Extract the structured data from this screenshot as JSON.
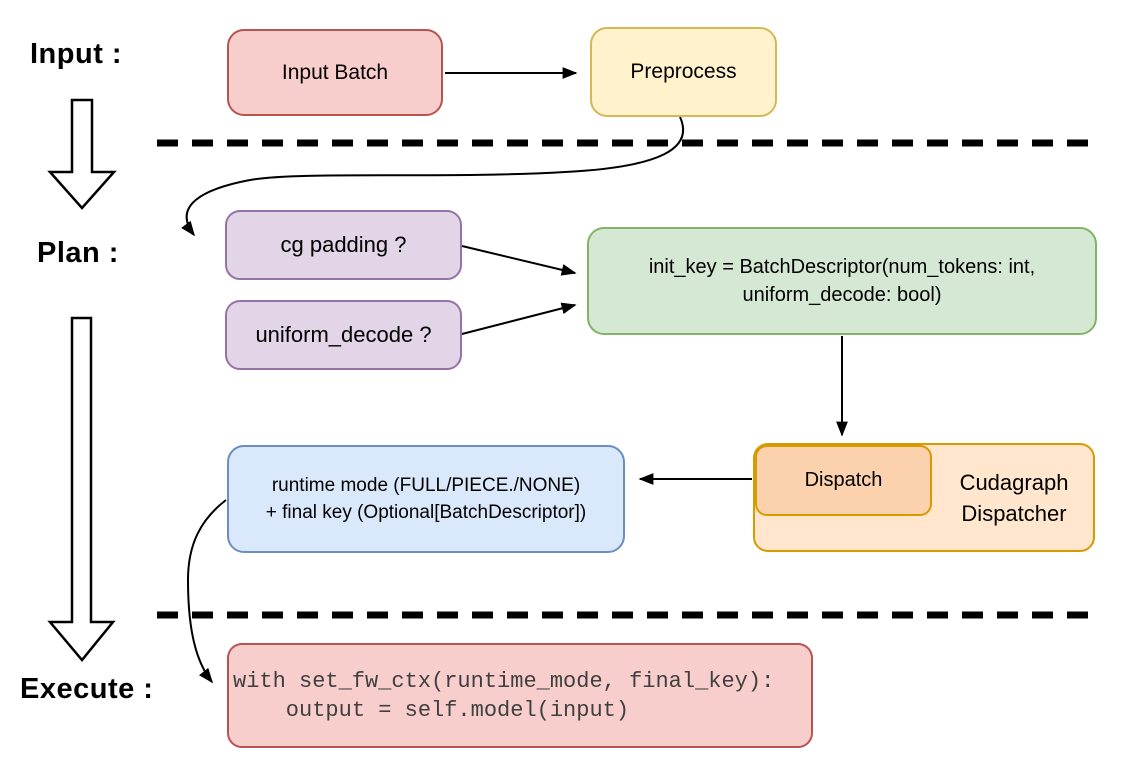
{
  "labels": {
    "input": "Input :",
    "plan": "Plan :",
    "execute": "Execute :"
  },
  "nodes": {
    "input_batch": {
      "label": "Input Batch",
      "fill": "#f8cecc",
      "stroke": "#b85450"
    },
    "preprocess": {
      "label": "Preprocess",
      "fill": "#fff2cc",
      "stroke": "#d6b656"
    },
    "cg_padding": {
      "label": "cg padding ?",
      "fill": "#e1d5e7",
      "stroke": "#9673a6"
    },
    "uniform_decode": {
      "label": "uniform_decode ?",
      "fill": "#e1d5e7",
      "stroke": "#9673a6"
    },
    "init_key": {
      "line1": "init_key = BatchDescriptor(num_tokens: int,",
      "line2": "uniform_decode: bool)",
      "fill": "#d5e8d4",
      "stroke": "#82b366"
    },
    "cudagraph_dispatcher": {
      "line1": "Cudagraph",
      "line2": "Dispatcher",
      "fill": "#ffe6cc",
      "stroke": "#d79b00"
    },
    "dispatch": {
      "label": "Dispatch",
      "fill": "#fcd2ae",
      "stroke": "#d79b00"
    },
    "runtime_mode": {
      "line1": "runtime mode (FULL/PIECE./NONE)",
      "line2": "+ final key (Optional[BatchDescriptor])",
      "fill": "#dae8fc",
      "stroke": "#6c8ebf"
    },
    "execute_code": {
      "line1": "with set_fw_ctx(runtime_mode, final_key):",
      "line2": "    output = self.model(input)",
      "fill": "#f8cecc",
      "stroke": "#b85450",
      "text_color": "#3f3f3f"
    }
  }
}
